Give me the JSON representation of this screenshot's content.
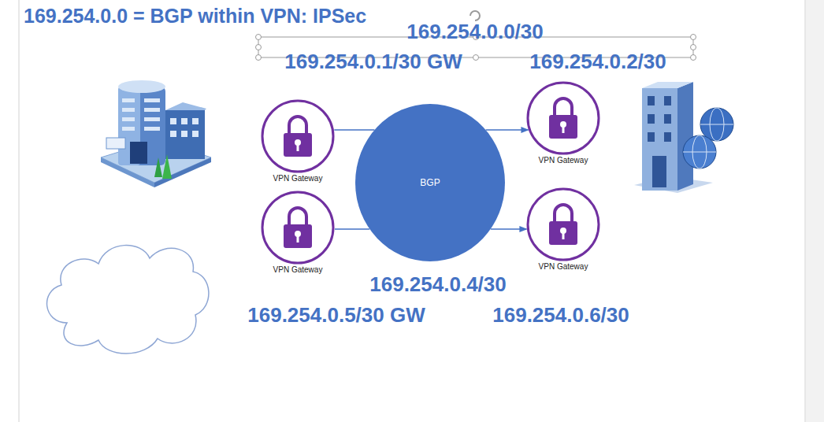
{
  "diagram": {
    "title": "169.254.0.0 = BGP within VPN: IPSec",
    "nodes": [
      {
        "text": [
          "VPN Gateway"
        ]
      },
      {
        "text": [
          "VPN Gateway"
        ]
      },
      {
        "text": [
          "BGP"
        ]
      },
      {
        "text": [
          "VPN Gateway"
        ]
      },
      {
        "text": [
          "VPN Gateway"
        ]
      }
    ],
    "edges": [
      {
        "from": 0,
        "to": 2,
        "arrow": "none"
      },
      {
        "from": 2,
        "to": 1,
        "arrow": "to"
      },
      {
        "from": 3,
        "to": 2,
        "arrow": "none"
      },
      {
        "from": 2,
        "to": 4,
        "arrow": "to"
      }
    ],
    "labels": [
      "169.254.0.0/30",
      "169.254.0.1/30 GW",
      "169.254.0.2/30",
      "169.254.0.4/30",
      "169.254.0.5/30 GW",
      "169.254.0.6/30"
    ]
  }
}
